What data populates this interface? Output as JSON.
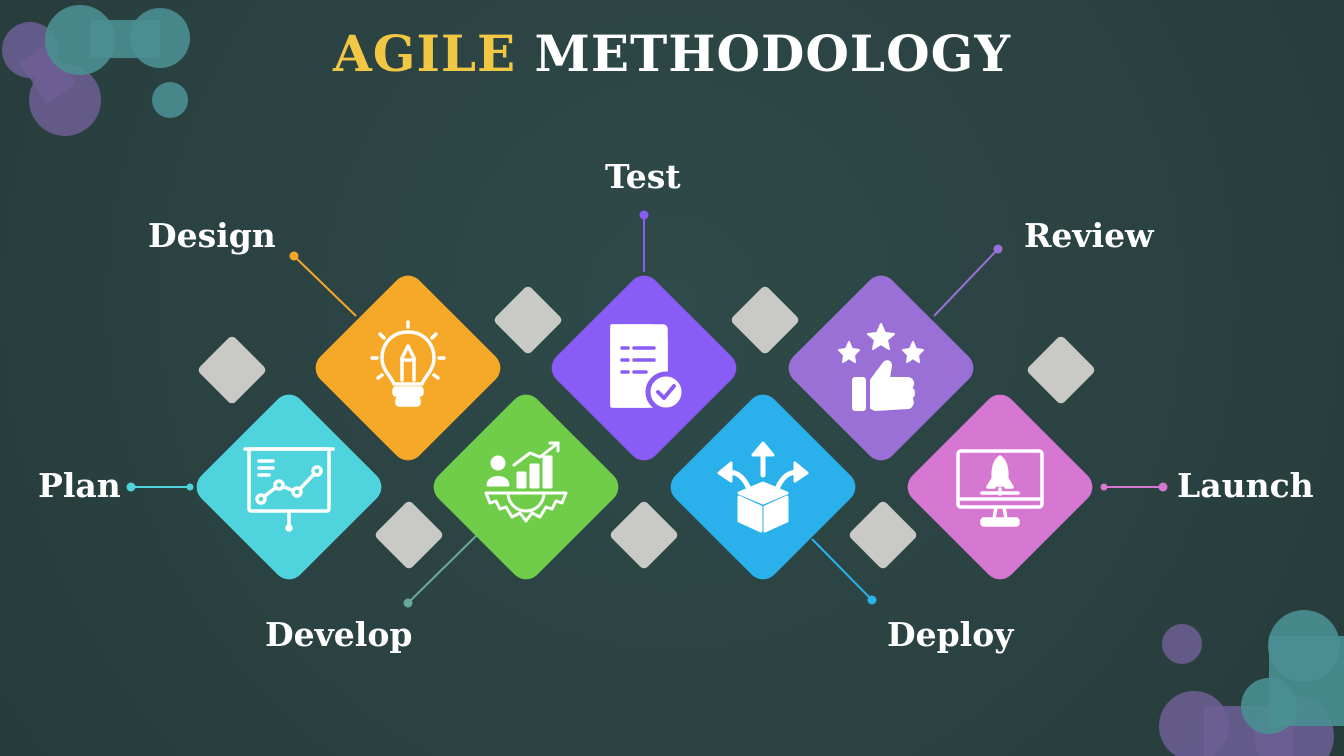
{
  "title": {
    "accent": "AGILE",
    "rest": "METHODOLOGY"
  },
  "colors": {
    "background": "#2c4545",
    "title_accent": "#f2c744",
    "plan": "#4fd4dd",
    "design": "#f6a829",
    "develop": "#6fcd4a",
    "test": "#8a5cf6",
    "deploy": "#2ab0ea",
    "review": "#9a70d6",
    "launch": "#d677d2",
    "gray_tile": "#c9c9c6"
  },
  "stages": [
    {
      "id": "plan",
      "label": "Plan",
      "icon": "presentation-chart-icon"
    },
    {
      "id": "design",
      "label": "Design",
      "icon": "lightbulb-pencil-icon"
    },
    {
      "id": "develop",
      "label": "Develop",
      "icon": "growth-gear-icon"
    },
    {
      "id": "test",
      "label": "Test",
      "icon": "document-check-icon"
    },
    {
      "id": "deploy",
      "label": "Deploy",
      "icon": "box-arrows-icon"
    },
    {
      "id": "review",
      "label": "Review",
      "icon": "stars-thumbs-up-icon"
    },
    {
      "id": "launch",
      "label": "Launch",
      "icon": "rocket-monitor-icon"
    }
  ]
}
